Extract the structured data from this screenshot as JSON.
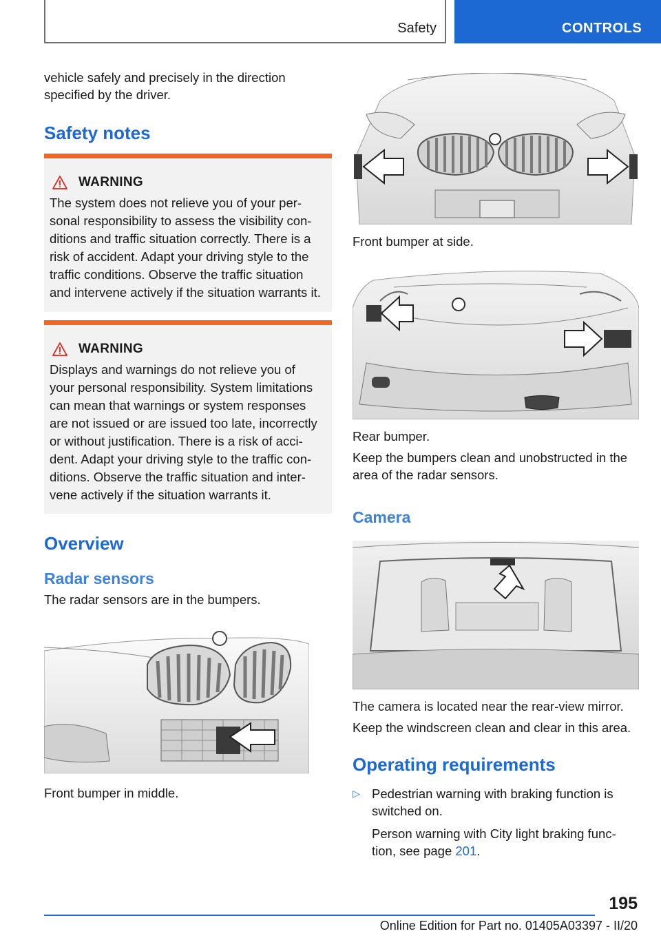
{
  "header": {
    "section": "Safety",
    "chapter": "CONTROLS"
  },
  "left": {
    "intro": "vehicle safely and precisely in the direction specified by the driver.",
    "safety_notes_heading": "Safety notes",
    "warning1": {
      "title": "WARNING",
      "lines": [
        "The system does not relieve you of your per-",
        "sonal responsibility to assess the visibility con-",
        "ditions and traffic situation correctly. There is a",
        "risk of accident. Adapt your driving style to the",
        "traffic conditions. Observe the traffic situation",
        "and intervene actively if the situation warrants it."
      ]
    },
    "warning2": {
      "title": "WARNING",
      "lines": [
        "Displays and warnings do not relieve you of",
        "your personal responsibility. System limitations",
        "can mean that warnings or system responses",
        "are not issued or are issued too late, incorrectly",
        "or without justification. There is a risk of acci-",
        "dent. Adapt your driving style to the traffic con-",
        "ditions. Observe the traffic situation and inter-",
        "vene actively if the situation warrants it."
      ]
    },
    "overview_heading": "Overview",
    "radar_heading": "Radar sensors",
    "radar_text": "The radar sensors are in the bumpers.",
    "fig_front_middle_caption": "Front bumper in middle."
  },
  "right": {
    "fig_front_side_caption": "Front bumper at side.",
    "fig_rear_caption": "Rear bumper.",
    "bumpers_text": "Keep the bumpers clean and unobstructed in the area of the radar sensors.",
    "camera_heading": "Camera",
    "camera_caption": "The camera is located near the rear-view mirror.",
    "camera_text": "Keep the windscreen clean and clear in this area.",
    "operating_heading": "Operating requirements",
    "bullet_mark": "▷",
    "bullet_text": "Pedestrian warning with braking function is switched on.",
    "bullet_sub_text": "Person warning with City light braking func-tion, see page ",
    "bullet_sub_link": "201",
    "bullet_sub_end": "."
  },
  "footer": {
    "page_number": "195",
    "edition": "Online Edition for Part no. 01405A03397 - II/20"
  },
  "colors": {
    "accent": "#1c69d4",
    "warning": "#f26522",
    "box_bg": "#f2f2f2"
  }
}
